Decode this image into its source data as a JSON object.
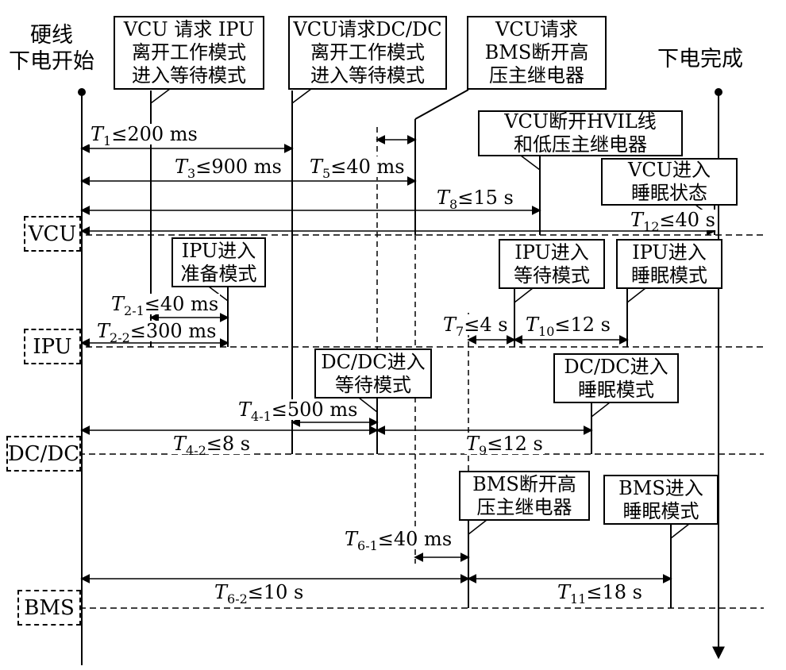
{
  "figure": {
    "start_label": [
      "硬线",
      "下电开始"
    ],
    "end_label": "下电完成",
    "ink_color": "#000000",
    "background_color": "#ffffff"
  },
  "lanes": [
    {
      "label": "VCU"
    },
    {
      "label": "IPU"
    },
    {
      "label": "DC/DC"
    },
    {
      "label": "BMS"
    }
  ],
  "boxes": {
    "vcu_req_ipu": [
      "VCU 请求 IPU",
      "离开工作模式",
      "进入等待模式"
    ],
    "vcu_req_dcdc": [
      "VCU请求DC/DC",
      "离开工作模式",
      "进入等待模式"
    ],
    "vcu_req_bms": [
      "VCU请求",
      "BMS断开高",
      "压主继电器"
    ],
    "vcu_hvil": [
      "VCU断开HVIL线",
      "和低压主继电器"
    ],
    "vcu_sleep": [
      "VCU进入",
      "睡眠状态"
    ],
    "ipu_ready": [
      "IPU进入",
      "准备模式"
    ],
    "ipu_wait": [
      "IPU进入",
      "等待模式"
    ],
    "ipu_sleep": [
      "IPU进入",
      "睡眠模式"
    ],
    "dcdc_wait": [
      "DC/DC进入",
      "等待模式"
    ],
    "dcdc_sleep": [
      "DC/DC进入",
      "睡眠模式"
    ],
    "bms_relay": [
      "BMS断开高",
      "压主继电器"
    ],
    "bms_sleep": [
      "BMS进入",
      "睡眠模式"
    ]
  },
  "timings": {
    "t1": {
      "sym": "T",
      "sub": "1",
      "val": "≤200 ms"
    },
    "t2_1": {
      "sym": "T",
      "sub": "2-1",
      "val": "≤40 ms"
    },
    "t2_2": {
      "sym": "T",
      "sub": "2-2",
      "val": "≤300 ms"
    },
    "t3": {
      "sym": "T",
      "sub": "3",
      "val": "≤900 ms"
    },
    "t4_1": {
      "sym": "T",
      "sub": "4-1",
      "val": "≤500 ms"
    },
    "t4_2": {
      "sym": "T",
      "sub": "4-2",
      "val": "≤8 s"
    },
    "t5": {
      "sym": "T",
      "sub": "5",
      "val": "≤40 ms"
    },
    "t6_1": {
      "sym": "T",
      "sub": "6-1",
      "val": "≤40 ms"
    },
    "t6_2": {
      "sym": "T",
      "sub": "6-2",
      "val": "≤10 s"
    },
    "t7": {
      "sym": "T",
      "sub": "7",
      "val": "≤4 s"
    },
    "t8": {
      "sym": "T",
      "sub": "8",
      "val": "≤15 s"
    },
    "t9": {
      "sym": "T",
      "sub": "9",
      "val": "≤12 s"
    },
    "t10": {
      "sym": "T",
      "sub": "10",
      "val": "≤12 s"
    },
    "t11": {
      "sym": "T",
      "sub": "11",
      "val": "≤18 s"
    },
    "t12": {
      "sym": "T",
      "sub": "12",
      "val": "≤40 s"
    }
  }
}
